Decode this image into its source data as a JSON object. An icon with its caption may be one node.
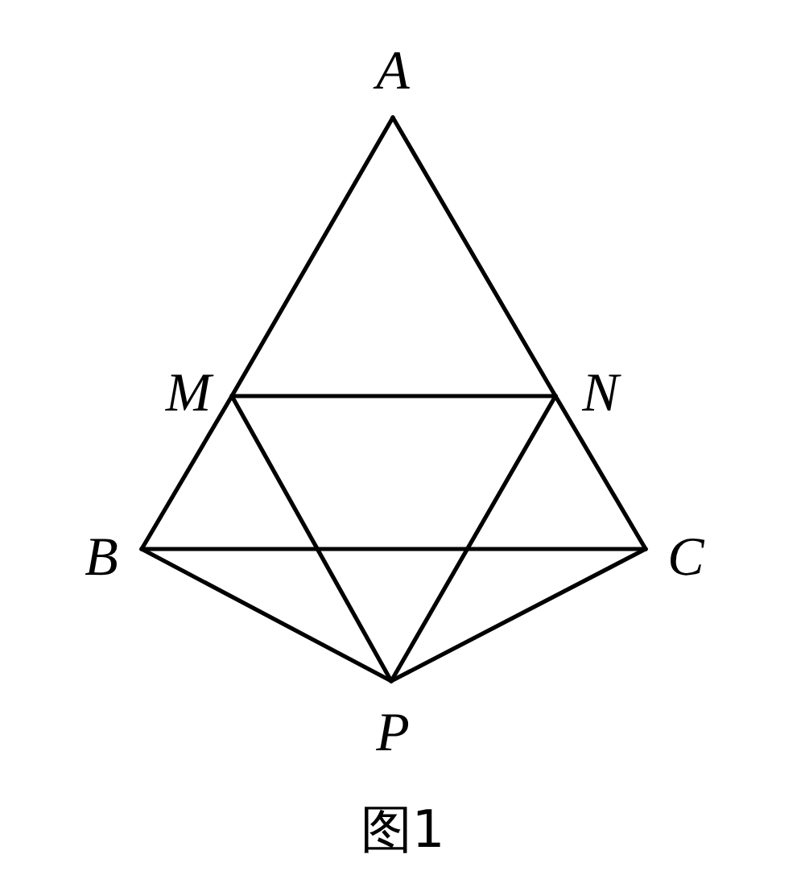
{
  "diagram": {
    "caption": "图1",
    "nodes": [
      {
        "text": [
          "A"
        ]
      },
      {
        "text": [
          "M"
        ]
      },
      {
        "text": [
          "N"
        ]
      },
      {
        "text": [
          "B"
        ]
      },
      {
        "text": [
          "C"
        ]
      },
      {
        "text": [
          "P"
        ]
      }
    ],
    "edges": [
      {
        "from": 0,
        "to": 1,
        "arrow": "none"
      },
      {
        "from": 1,
        "to": 3,
        "arrow": "none"
      },
      {
        "from": 0,
        "to": 2,
        "arrow": "none"
      },
      {
        "from": 2,
        "to": 4,
        "arrow": "none"
      },
      {
        "from": 1,
        "to": 2,
        "arrow": "none"
      },
      {
        "from": 3,
        "to": 4,
        "arrow": "none"
      },
      {
        "from": 1,
        "to": 5,
        "arrow": "none"
      },
      {
        "from": 2,
        "to": 5,
        "arrow": "none"
      },
      {
        "from": 3,
        "to": 5,
        "arrow": "none"
      },
      {
        "from": 4,
        "to": 5,
        "arrow": "none"
      }
    ]
  }
}
